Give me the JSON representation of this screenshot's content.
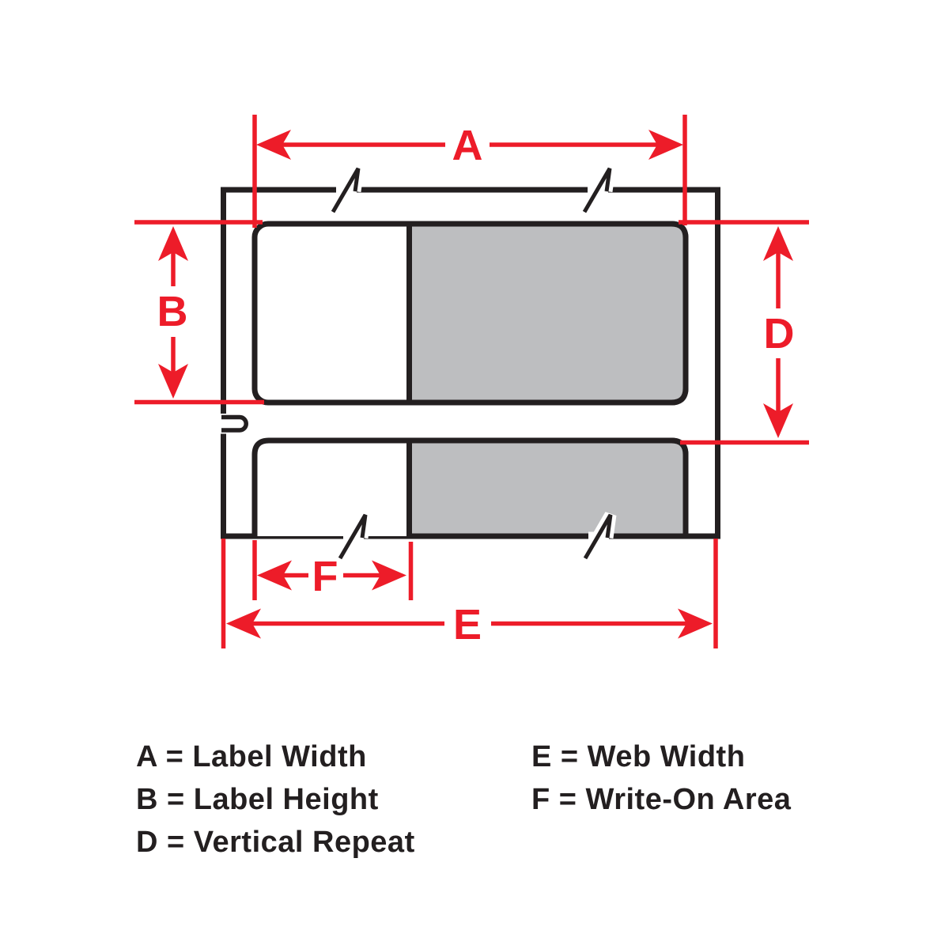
{
  "colors": {
    "dimension_red": "#ED1C29",
    "outline_black": "#231F20",
    "label_gray": "#BDBEC0",
    "background": "#FFFFFF"
  },
  "diagram": {
    "dimension_letters": {
      "a": "A",
      "b": "B",
      "d": "D",
      "e": "E",
      "f": "F"
    }
  },
  "legend": {
    "left_column": [
      "A = Label Width",
      "B = Label Height",
      "D = Vertical Repeat"
    ],
    "right_column": [
      "E = Web Width",
      "F = Write-On Area"
    ]
  }
}
